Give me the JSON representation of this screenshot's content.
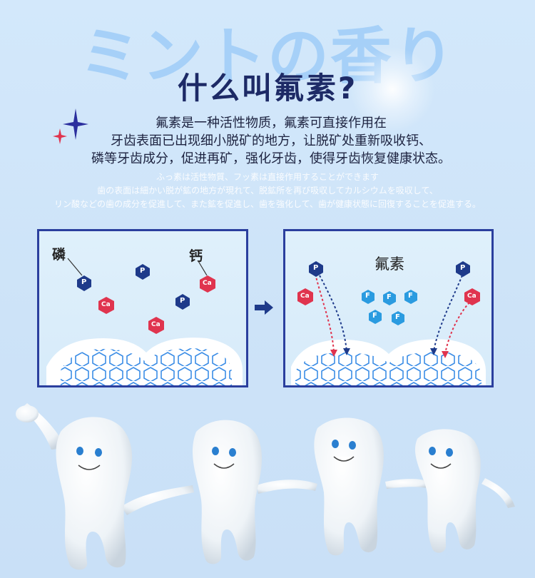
{
  "background_title": "ミントの香り",
  "title": "什么叫氟素?",
  "description_cn": [
    "氟素是一种活性物质，氟素可直接作用在",
    "牙齿表面已出现细小脱矿的地方，让脱矿处重新吸收钙、",
    "磷等牙齿成分，促进再矿，强化牙齿，使得牙齿恢复健康状态。"
  ],
  "description_jp": [
    "ふっ素は活性物質、フッ素は直接作用することができます",
    "歯の表面は細かい脱が鉱の地方が現れて、脱鉱所を再び吸収してカルシウムを吸収して、",
    "リン酸などの歯の成分を促進して、また鉱を促進し、歯を強化して、歯が健康状態に回復することを促進する。"
  ],
  "panel_left": {
    "label_phosphorus": "磷",
    "label_calcium": "钙",
    "p_symbol": "P",
    "ca_symbol": "Ca"
  },
  "panel_right": {
    "label_fluorine": "氟素",
    "f_symbol": "F"
  },
  "colors": {
    "title": "#1d2a66",
    "panel_border": "#2b3f9e",
    "phosphorus": "#1e3a8a",
    "calcium": "#e0344e",
    "fluorine": "#2a9be0"
  },
  "icons": [
    "star-icon",
    "arrow-right-icon",
    "tooth-mascot"
  ]
}
